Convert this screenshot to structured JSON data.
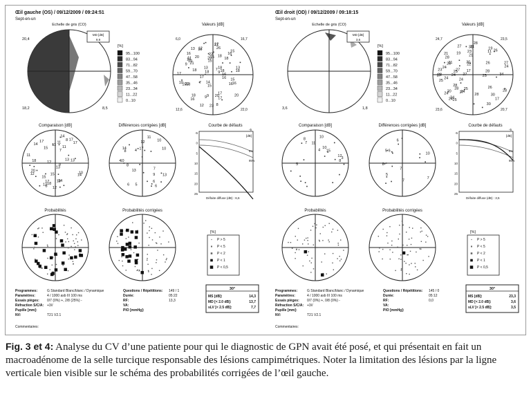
{
  "figure": {
    "caption_label": "Fig. 3 et 4:",
    "caption_text": "Analyse du CV d’une patiente pour qui le diagnostic de GPN avait été posé, et qui présentait en fait un macroadénome de la selle turcique responsable des lésions campimétriques. Noter la limitation des lésions par la ligne verticale bien visible sur le schéma des probabilités corrigées de l’œil gauche."
  },
  "common": {
    "section_gray": "Echelle de gris (CO)",
    "section_values": "Valeurs [dB]",
    "section_comparison": "Comparaison [dB]",
    "section_corrected": "Différences corrigées [dB]",
    "section_curve": "Courbe de défauts",
    "section_prob": "Probabilités",
    "section_prob_corr": "Probabilités corrigées",
    "gray_scale_unit": "[%]",
    "gray_scale": [
      "95...100",
      "83...94",
      "71...82",
      "59...70",
      "47...58",
      "35...46",
      "23...34",
      "11...22",
      "0...10"
    ],
    "prob_unit": "[%]",
    "prob_legend": [
      "P > 5",
      "P < 5",
      "P < 2",
      "P < 1",
      "P < 0,5"
    ],
    "md_label": "MD [dB]",
    "curve_pct_a": "5%",
    "curve_pct_b": "95%",
    "curve_unit": "[dB]",
    "curve_top": "-5",
    "curve_left_ticks": [
      "-5",
      "0",
      "5",
      "10",
      "15",
      "20",
      "25"
    ],
    "info_labels": [
      "Programmes:",
      "Paramètres:",
      "Essais pièges:",
      "Réfraction S/C/A:",
      "Pupille [mm]:",
      "NV:"
    ],
    "info_mid_labels": [
      "Questions / Répétitions:",
      "Durée:",
      "RF:",
      "VA:",
      "PIO [mmHg]:"
    ],
    "summary_title": "30°",
    "summary_labels": [
      "MS [dB]:",
      "MD [< 2.0 dB]:",
      "sLV [< 2.5 dB]:"
    ],
    "comments_label": "Commentaires:"
  },
  "left": {
    "title": "Œil gauche (OS) / 09/12/2009 / 09:24:51",
    "subtitle": "Sept-en-un",
    "gray_corner_tl": "20,4",
    "gray_corner_bl": "18,2",
    "gray_corner_br": "8,5",
    "md_mini_value": "9,9",
    "value_corner_tl": "6,0",
    "value_corner_tr": "16,7",
    "value_corner_bl": "12,6",
    "value_corner_br": "22,0",
    "values": [
      "13",
      "15",
      "8",
      "17",
      "18",
      "16",
      "13",
      "9",
      "22",
      "23",
      "20",
      "15",
      "18",
      "16",
      "22",
      "7",
      "16",
      "18",
      "26",
      "18",
      "21",
      "11",
      "12",
      "12",
      "20",
      "15",
      "17",
      "20",
      "17",
      "7",
      "12",
      "9",
      "15",
      "16",
      "14",
      "10",
      "18",
      "16",
      "18",
      "10",
      "17",
      "21",
      "16",
      "15",
      "13",
      "16",
      "9",
      "15",
      "19",
      "18",
      "18",
      "18",
      "9",
      "20",
      "16"
    ],
    "comparison": [
      "20",
      "14",
      "13",
      "11",
      "17",
      "15",
      "12",
      "18",
      "8",
      "11",
      "11",
      "12",
      "8",
      "14",
      "17",
      "17",
      "18",
      "13",
      "13",
      "15",
      "17",
      "18",
      "14",
      "12",
      "8",
      "15",
      "11",
      "14",
      "7",
      "10",
      "12"
    ],
    "corrected": [
      "10",
      "6",
      "14",
      "7",
      "10",
      "9",
      "6",
      "5",
      "17",
      "8",
      "4",
      "11",
      "6",
      "13",
      "8",
      "13",
      "12",
      "10"
    ],
    "curve_note": "Défaite diffuse (dB) :",
    "curve_note_value": "6,6",
    "info_values": [
      "G Standard  Blanc/blanc / Dynamique",
      "4  / 1000 asb III 100 ms",
      "0/7 (0%) +, 2/8 (25%) -",
      "+3//",
      "",
      " T21 V2.1"
    ],
    "info_mid_values": [
      "149 / 1",
      "05:22",
      "13,3",
      "",
      ""
    ],
    "summary_values": [
      "14,3",
      "13,7",
      "7,7"
    ]
  },
  "right": {
    "title": "Œil droit (OD) / 09/12/2009 / 09:18:15",
    "subtitle": "Sept-en-un",
    "gray_corner_bl": "3,6",
    "gray_corner_br": "1,8",
    "md_mini_value": "3,6",
    "value_corner_tl": "24,7",
    "value_corner_tr": "23,5",
    "value_corner_bl": "23,6",
    "value_corner_br": "20,7",
    "values": [
      "17",
      "11",
      "21",
      "24",
      "24",
      "17",
      "19",
      "22",
      "28",
      "25",
      "27",
      "27",
      "24",
      "27",
      "27",
      "24",
      "31",
      "30",
      "24",
      "28",
      "25",
      "30",
      "27",
      "19",
      "21",
      "30",
      "28",
      "25",
      "26",
      "28",
      "26",
      "20",
      "27",
      "28",
      "28",
      "21",
      "23",
      "21",
      "26",
      "25",
      "28",
      "24",
      "25",
      "24",
      "23",
      "28",
      "24",
      "23",
      "34",
      "24"
    ],
    "comparison": [
      "7",
      "8",
      "10",
      "12",
      "8",
      "4",
      "15",
      "5",
      "3",
      "10",
      "11"
    ],
    "corrected": [
      "7",
      "10",
      "7",
      "7",
      "6",
      "6",
      "5",
      "8",
      "5"
    ],
    "curve_note": "Défaite diffuse (dB) :",
    "curve_note_value": "3,5",
    "info_values": [
      "G Standard  Blanc/blanc / Dynamique",
      "4  / 1000 asb III 100 ms",
      "0/7 (0%) +, 0/8 (0%) -",
      "+3//",
      "",
      "T21 V2.1"
    ],
    "info_mid_values": [
      "145 / 0",
      "05:12",
      "0,0",
      "",
      ""
    ],
    "summary_values": [
      "23,3",
      "3,6",
      "3,5"
    ]
  }
}
